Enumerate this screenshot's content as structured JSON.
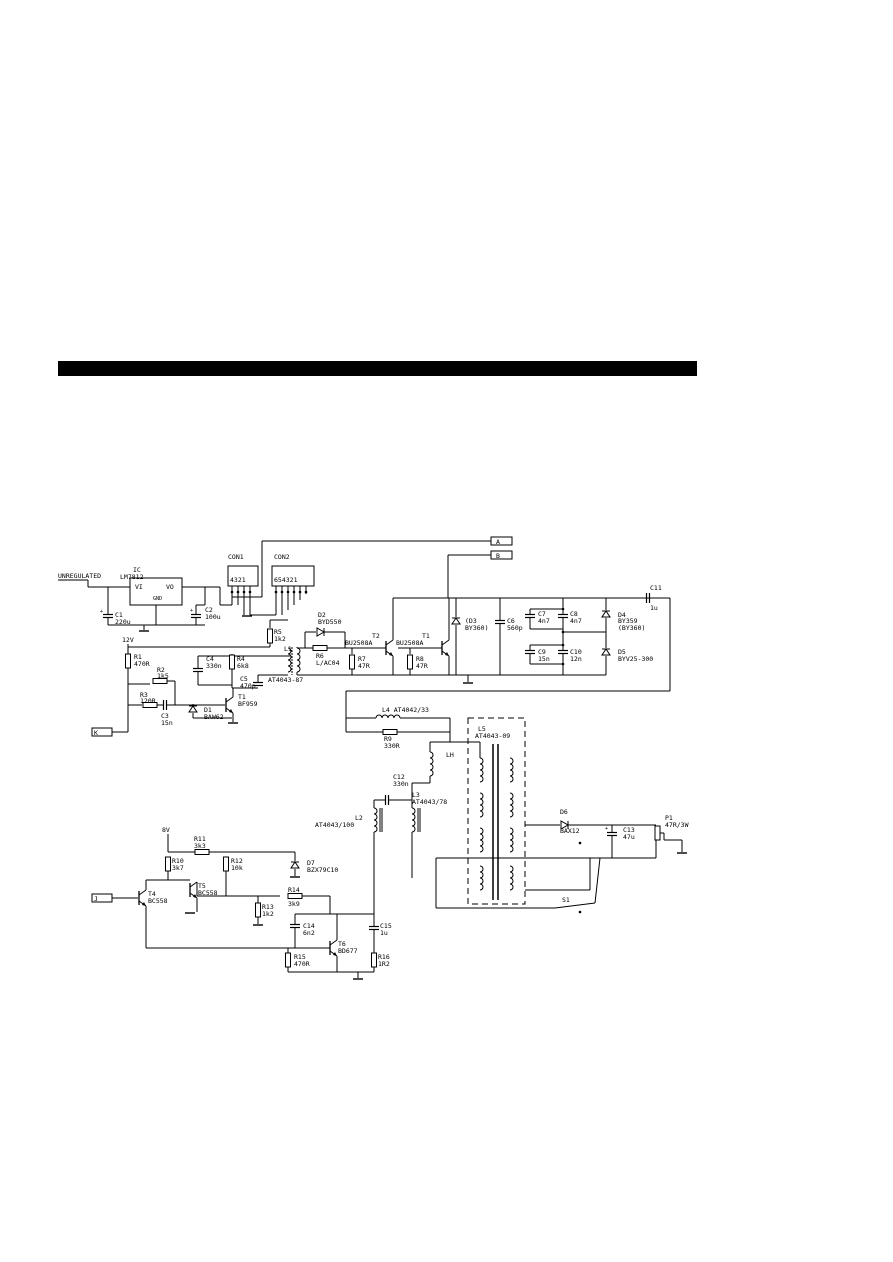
{
  "labels": {
    "unregulated": "UNREGULATED",
    "ic1": "IC",
    "lm7812": "LM7812",
    "vi": "VI",
    "vo": "VO",
    "gnd": "GND",
    "c1_name": "C1",
    "c1_val": "220u",
    "c2_name": "C2",
    "c2_val": "100u",
    "con1": "CON1",
    "con1_pins": "4321",
    "con2": "CON2",
    "con2_pins": "654321",
    "v12": "12V",
    "r1_name": "R1",
    "r1_val": "470R",
    "r2_name": "R2",
    "r2_val": "1k5",
    "r3_name": "R3",
    "r3_val": "120R",
    "c3_name": "C3",
    "c3_val": "15n",
    "d1_name": "D1",
    "d1_val": "BAW62",
    "t1_name": "T1",
    "t1_val": "BF959",
    "c4_name": "C4",
    "c4_val": "330n",
    "r4_name": "R4",
    "r4_val": "6k8",
    "c5_name": "C5",
    "c5_val": "470p",
    "r5_name": "R5",
    "r5_val": "1k2",
    "l1_name": "L1",
    "l1_val": "AT4043-87",
    "d2_name": "D2",
    "d2_val": "BYD550",
    "r6_name": "R6",
    "r6_val": "L/AC04",
    "c6_name": "C6",
    "c6_val": "560p",
    "r7_name": "R7",
    "r7_val": "47R",
    "r8_name": "R8",
    "r8_val": "47R",
    "t2_name": "T2",
    "t2_val": "BU2508A",
    "t1b_name": "T1",
    "t1b_val": "BU2508A",
    "d3_name": "(D3",
    "d3_val": "BY360)",
    "c6b_name": "C6",
    "c6b_val": "560p",
    "c7_name": "C7",
    "c7_val": "4n7",
    "c8_name": "C8",
    "c8_val": "4n7",
    "c9_name": "C9",
    "c9_val": "15n",
    "c10_name": "C10",
    "c10_val": "12n",
    "d4_name": "D4",
    "d4_val": "BY359",
    "d4_alt": "(BY360)",
    "d5_name": "D5",
    "d5_val": "BYV25-300",
    "c11_name": "C11",
    "c11_val": "1u",
    "term_a": "A",
    "term_b": "B",
    "term_k": "K",
    "term_j": "J",
    "l4_label": "L4 AT4042/33",
    "r9_name": "R9",
    "r9_val": "330R",
    "l5_name": "L5",
    "l5_val": "AT4043-09",
    "lh": "LH",
    "c12_name": "C12",
    "c12_val": "330n",
    "l3_name": "L3",
    "l3_val": "AT4043/78",
    "l2_name": "L2",
    "l2_val": "AT4043/100",
    "d6_name": "D6",
    "d6_val": "BAX12",
    "c13_name": "C13",
    "c13_val": "47u",
    "p1_name": "P1",
    "p1_val": "47R/3W",
    "s1": "S1",
    "v8": "8V",
    "r11_name": "R11",
    "r11_val": "3k3",
    "r10_name": "R10",
    "r10_val": "3k7",
    "r12_name": "R12",
    "r12_val": "10k",
    "d7_name": "D7",
    "d7_val": "BZX79C10",
    "t4_name": "T4",
    "t4_val": "BC558",
    "t5_name": "T5",
    "t5_val": "BC558",
    "r14_name": "R14",
    "r14_val": "3k9",
    "r13_name": "R13",
    "r13_val": "1k2",
    "c14_name": "C14",
    "c14_val": "6n2",
    "c15_name": "C15",
    "c15_val": "1u",
    "r15_name": "R15",
    "r15_val": "470R",
    "t6_name": "T6",
    "t6_val": "BD677",
    "r16_name": "R16",
    "r16_val": "1R2"
  }
}
